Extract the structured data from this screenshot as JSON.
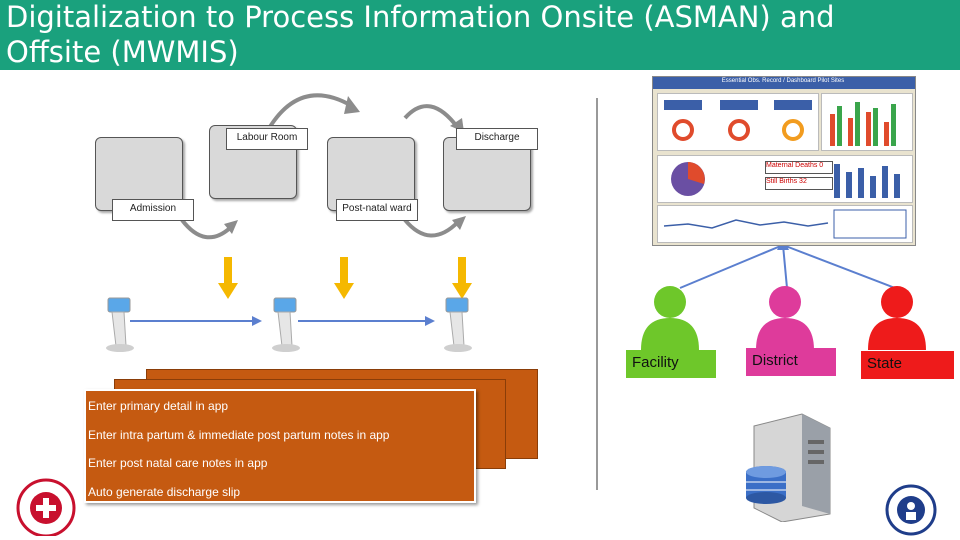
{
  "title": "Digitalization to Process Information Onsite (ASMAN) and Offsite (MWMIS)",
  "stages": {
    "admission": "Admission",
    "labour_room": "Labour Room",
    "post_natal_ward": "Post-natal ward",
    "discharge": "Discharge"
  },
  "steps": [
    "Enter primary detail in app",
    "Enter intra partum & immediate post partum  notes in app",
    "Enter post natal care  notes in app",
    "Auto generate discharge slip"
  ],
  "roles": {
    "facility": "Facility",
    "district": "District",
    "state": "State"
  },
  "dashboard": {
    "heading": "Essential Obs. Record / Dashboard Pilot Sites",
    "row1": "Maternal Deaths 0",
    "row2": "Still Births 32"
  },
  "colors": {
    "title_bar": "#1aa17d",
    "steps_card": "#c55a11",
    "facility": "#6ec72a",
    "district": "#de3b9b",
    "state": "#ee1b1b",
    "arrow": "#f5b800"
  }
}
